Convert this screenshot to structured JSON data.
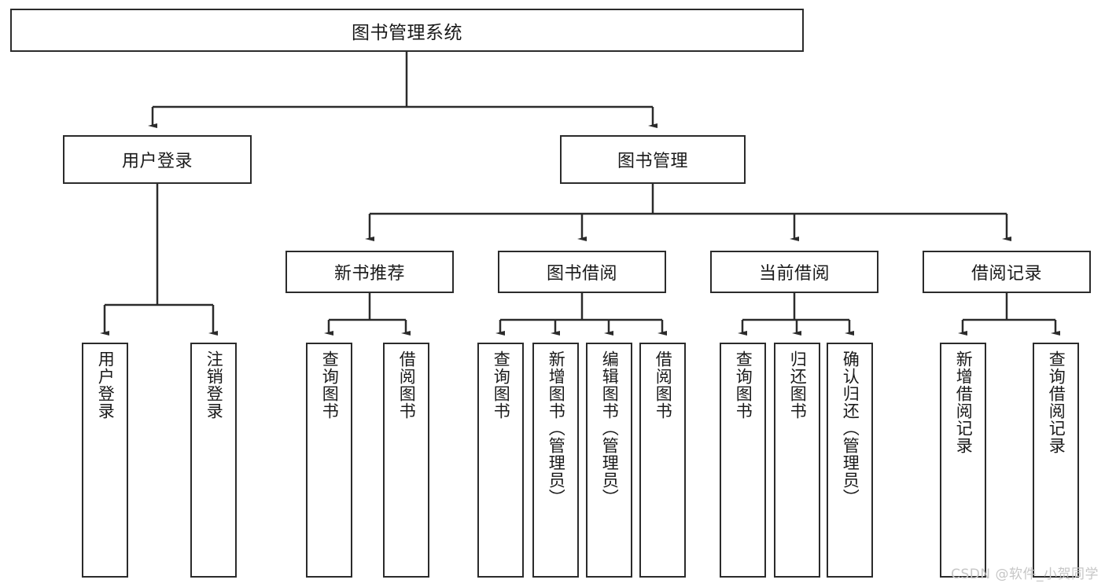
{
  "diagram": {
    "type": "tree",
    "title": "图书管理系统",
    "root": {
      "label": "图书管理系统"
    },
    "level2": [
      {
        "label": "用户登录"
      },
      {
        "label": "图书管理"
      }
    ],
    "level3": [
      {
        "label": "新书推荐"
      },
      {
        "label": "图书借阅"
      },
      {
        "label": "当前借阅"
      },
      {
        "label": "借阅记录"
      }
    ],
    "leaves": {
      "user_login": [
        {
          "label": "用户登录"
        },
        {
          "label": "注销登录"
        }
      ],
      "new_book_recommend": [
        {
          "label": "查询图书"
        },
        {
          "label": "借阅图书"
        }
      ],
      "book_borrow": [
        {
          "label": "查询图书"
        },
        {
          "label": "新增图书（管理员）"
        },
        {
          "label": "编辑图书（管理员）"
        },
        {
          "label": "借阅图书"
        }
      ],
      "current_borrow": [
        {
          "label": "查询图书"
        },
        {
          "label": "归还图书"
        },
        {
          "label": "确认归还（管理员）"
        }
      ],
      "borrow_record": [
        {
          "label": "新增借阅记录"
        },
        {
          "label": "查询借阅记录"
        }
      ]
    }
  },
  "watermark": {
    "text": "CSDN @软件_小贺同学"
  },
  "colors": {
    "stroke": "#2b2b2b",
    "background": "#ffffff",
    "text": "#1a1a1a",
    "watermark": "#c6c6c6"
  }
}
